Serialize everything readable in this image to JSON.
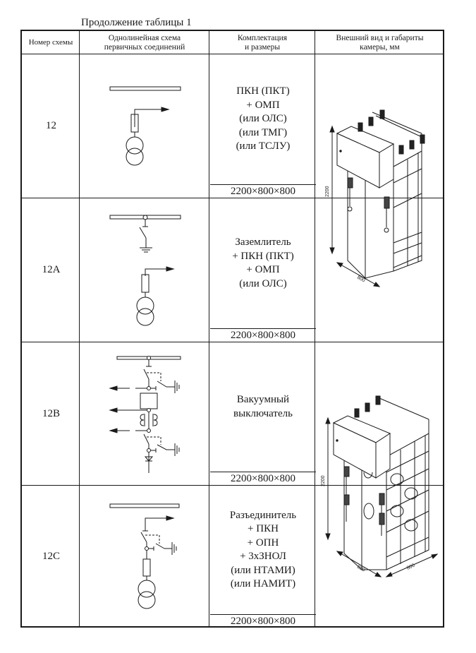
{
  "caption": "Продолжение таблицы 1",
  "headers": {
    "number": "Номер схемы",
    "scheme": "Однолинейная схема первичных соединений",
    "equipment": "Комплектация и размеры",
    "appearance": "Внешний вид и габариты камеры, мм"
  },
  "rows": [
    {
      "number": "12",
      "equipment": "ПКН (ПКТ)\n+ ОМП\n(или ОЛС)\n(или ТМГ)\n(или ТСЛУ)",
      "dims": "2200×800×800",
      "scheme_icon": "fuse-transformer-scheme-icon"
    },
    {
      "number": "12A",
      "equipment": "Заземлитель\n+ ПКН (ПКТ)\n+ ОМП\n(или ОЛС)",
      "dims": "2200×800×800",
      "scheme_icon": "earthing-switch-fuse-transformer-scheme-icon"
    },
    {
      "number": "12B",
      "equipment": "Вакуумный\nвыключатель",
      "dims": "2200×800×800",
      "scheme_icon": "vacuum-breaker-scheme-icon"
    },
    {
      "number": "12C",
      "equipment": "Разъединитель\n+ ПКН\n+ ОПН\n+ 3хЗНОЛ\n(или НТАМИ)\n(или НАМИТ)",
      "dims": "2200×800×800",
      "scheme_icon": "disconnector-fuse-transformer-scheme-icon"
    }
  ],
  "photos": [
    {
      "name": "cabinet-fuse-illustration",
      "height_label": "2200",
      "depth_label": "800"
    },
    {
      "name": "cabinet-breaker-illustration",
      "height_label": "2200",
      "width_label": "800",
      "depth_label": "800"
    }
  ]
}
